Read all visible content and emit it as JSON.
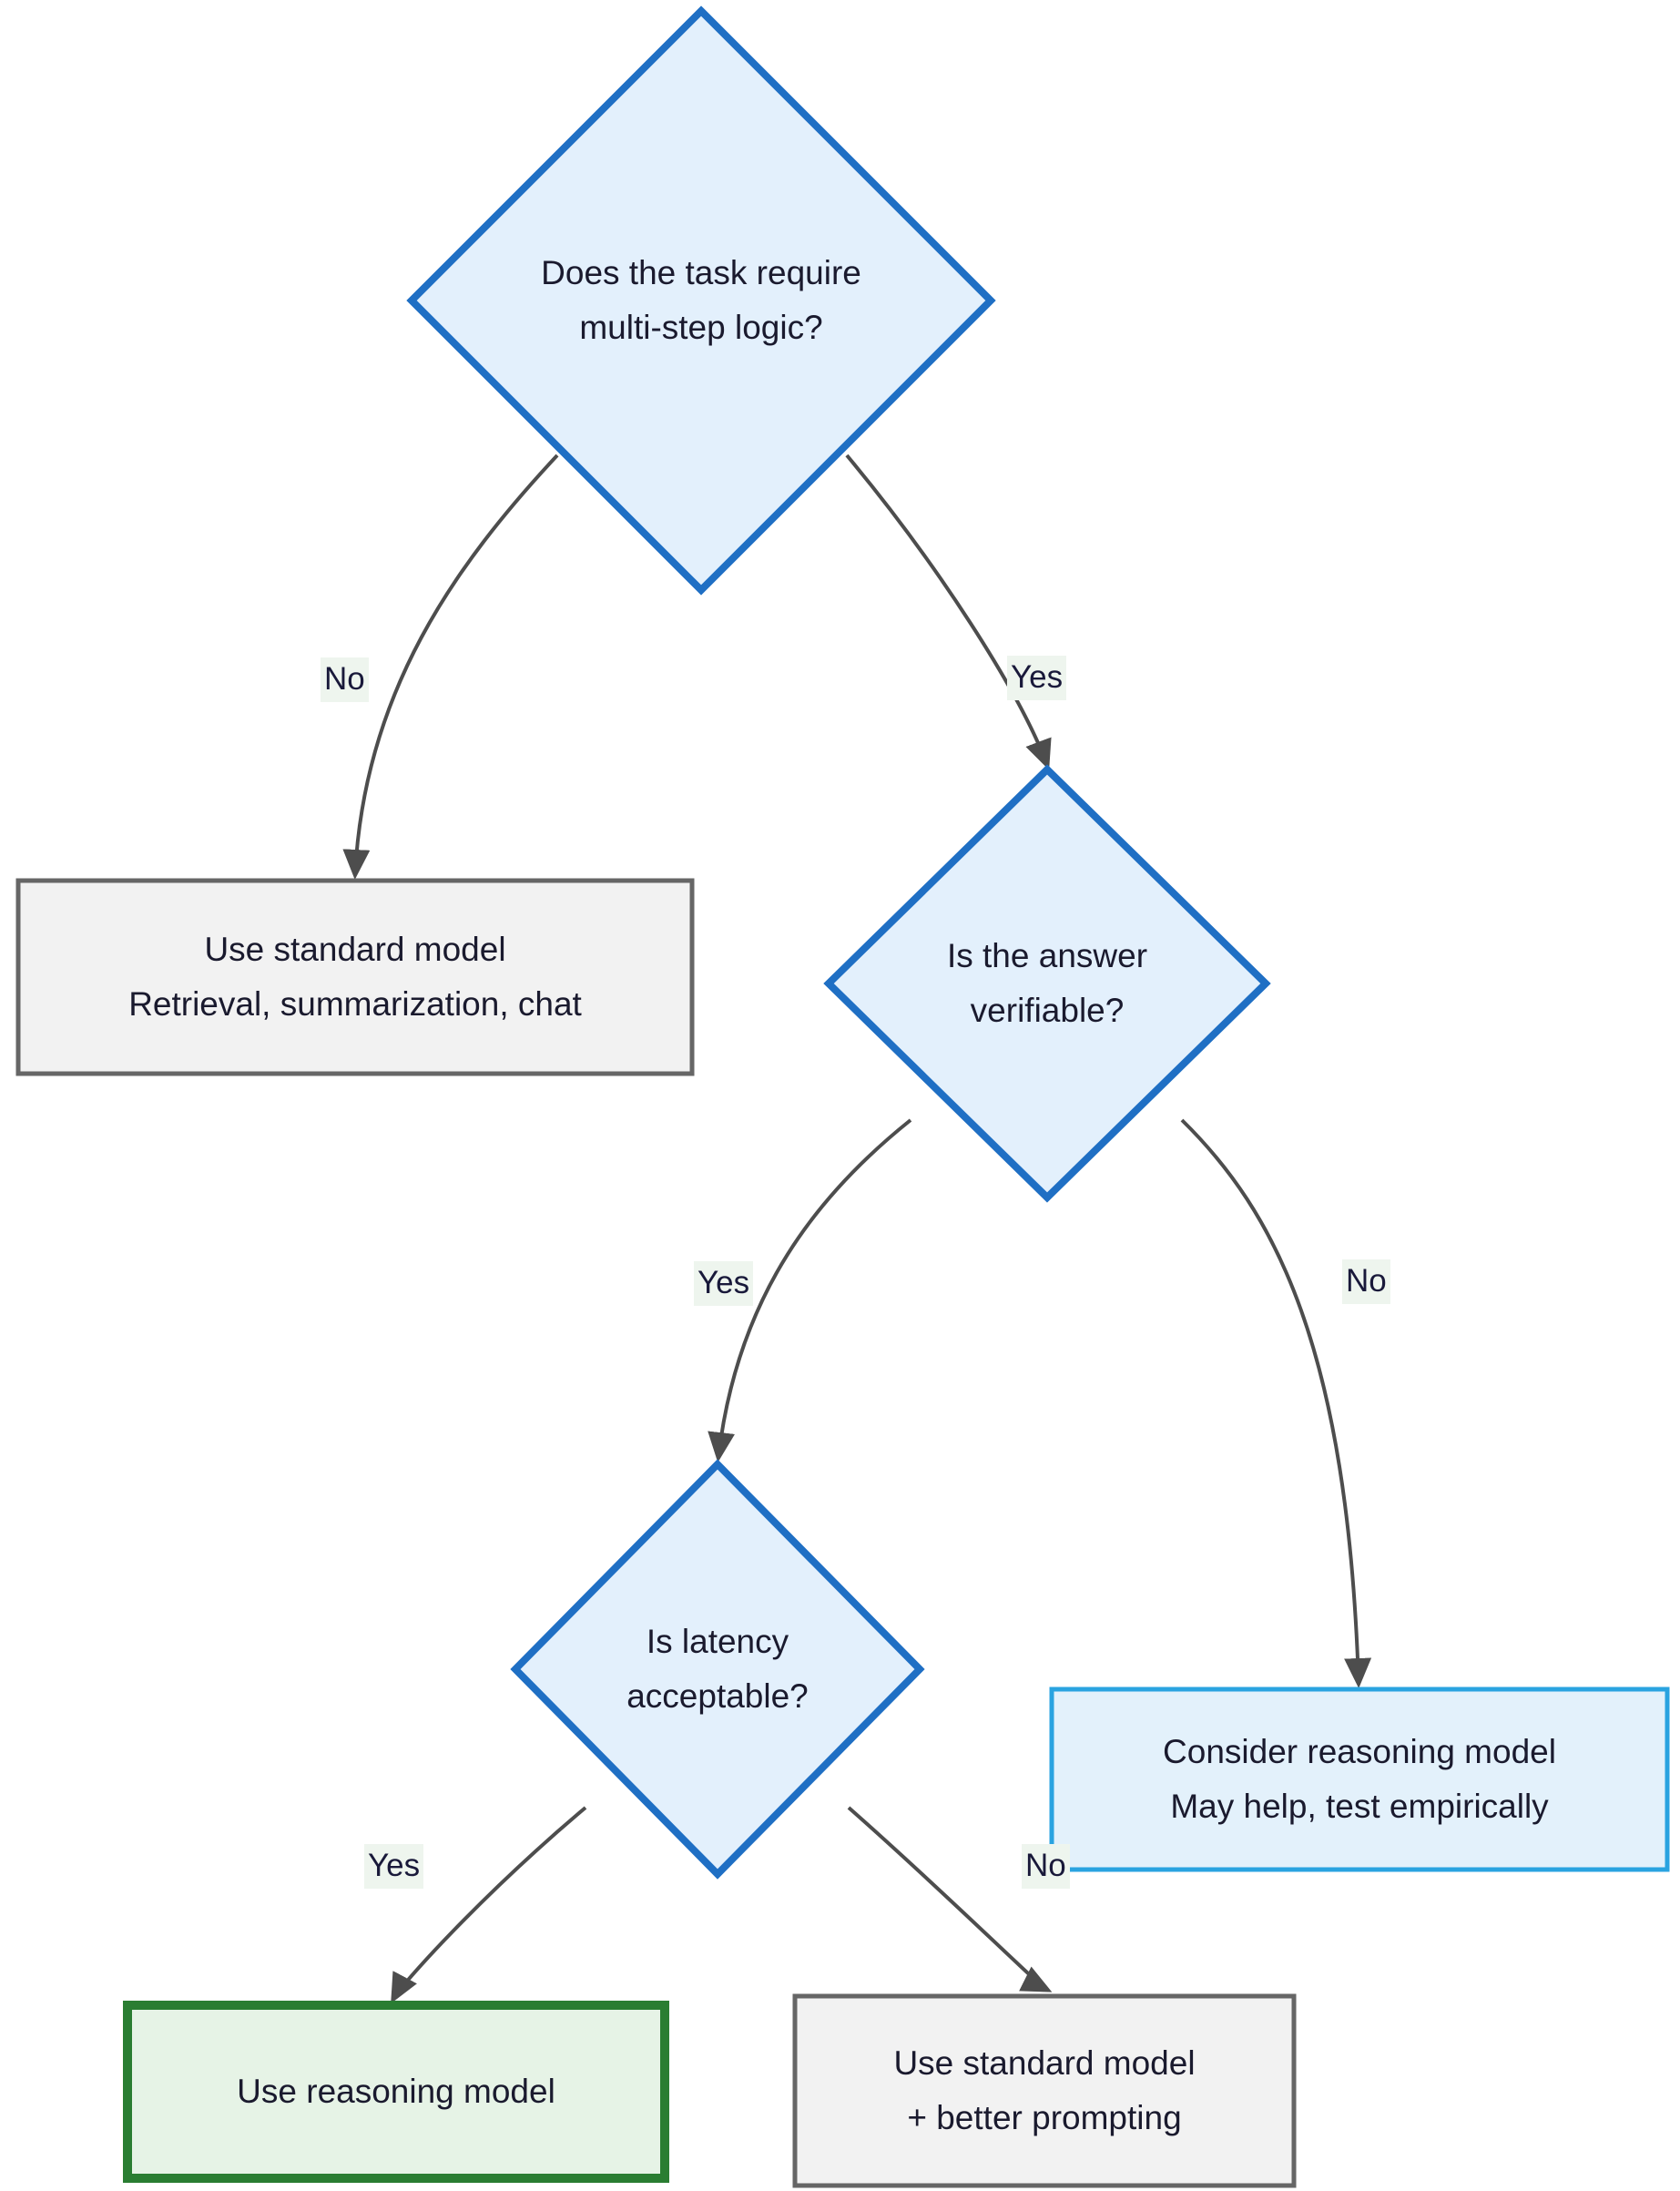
{
  "diagram": {
    "type": "flowchart",
    "title": "",
    "orientation": "top-down",
    "colors": {
      "decision_fill": "#e3f0fc",
      "decision_stroke": "#1f6fc4",
      "process_fill": "#f2f2f2",
      "process_stroke": "#666666",
      "info_fill": "#e3f1fb",
      "info_stroke": "#2aa3e0",
      "success_fill": "#e6f3e6",
      "success_stroke": "#2a7d32",
      "edge_stroke": "#4d4d4d",
      "edge_label_bg": "#eef5ee",
      "text": "#1a1a2e"
    },
    "nodes": {
      "decision_multistep": {
        "shape": "diamond",
        "kind": "decision",
        "line1": "Does the task require",
        "line2": "multi-step logic?"
      },
      "decision_verifiable": {
        "shape": "diamond",
        "kind": "decision",
        "line1": "Is the answer",
        "line2": "verifiable?"
      },
      "decision_latency": {
        "shape": "diamond",
        "kind": "decision",
        "line1": "Is latency",
        "line2": "acceptable?"
      },
      "outcome_standard_model": {
        "shape": "rect",
        "kind": "process",
        "line1": "Use standard model",
        "line2": "Retrieval, summarization, chat"
      },
      "outcome_consider_reasoning": {
        "shape": "rect",
        "kind": "info",
        "line1": "Consider reasoning model",
        "line2": "May help, test empirically"
      },
      "outcome_use_reasoning": {
        "shape": "rect",
        "kind": "success",
        "line1": "Use reasoning model",
        "line2": ""
      },
      "outcome_standard_prompting": {
        "shape": "rect",
        "kind": "process",
        "line1": "Use standard model",
        "line2": "+ better prompting"
      }
    },
    "edges": [
      {
        "id": "e1",
        "from": "decision_multistep",
        "to": "outcome_standard_model",
        "label": "No"
      },
      {
        "id": "e2",
        "from": "decision_multistep",
        "to": "decision_verifiable",
        "label": "Yes"
      },
      {
        "id": "e3",
        "from": "decision_verifiable",
        "to": "decision_latency",
        "label": "Yes"
      },
      {
        "id": "e4",
        "from": "decision_verifiable",
        "to": "outcome_consider_reasoning",
        "label": "No"
      },
      {
        "id": "e5",
        "from": "decision_latency",
        "to": "outcome_use_reasoning",
        "label": "Yes"
      },
      {
        "id": "e6",
        "from": "decision_latency",
        "to": "outcome_standard_prompting",
        "label": "No"
      }
    ]
  }
}
